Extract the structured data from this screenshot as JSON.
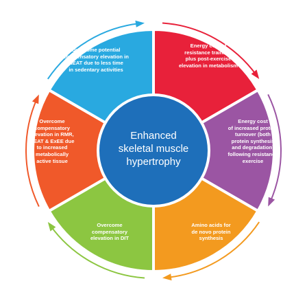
{
  "center": {
    "lines": [
      "Enhanced",
      "skeletal muscle",
      "hypertrophy"
    ],
    "color": "#1e6fba"
  },
  "segments": [
    {
      "id": "top-left",
      "color": "#29a9e0",
      "lines": [
        "Overcome potential",
        "compensatory elevation in",
        "NEAT due to less time",
        "in sedentary activities"
      ]
    },
    {
      "id": "top-right",
      "color": "#e8213a",
      "lines": [
        "Energy cost of",
        "resistance training,",
        "plus post-exercise",
        "elevation in metabolism"
      ]
    },
    {
      "id": "right",
      "color": "#9b55a3",
      "lines": [
        "Energy cost",
        "of increased protein",
        "turnover (both",
        "protein synthesis",
        "and degradation)",
        "following resistance",
        "exercise"
      ]
    },
    {
      "id": "bottom-right",
      "color": "#f39a1f",
      "lines": [
        "Amino acids for",
        "de novo protein",
        "synthesis"
      ]
    },
    {
      "id": "bottom-left",
      "color": "#8cc641",
      "lines": [
        "Overcome",
        "compensatory",
        "elevation in DIT"
      ]
    },
    {
      "id": "left",
      "color": "#f0592a",
      "lines": [
        "Overcome",
        "compensatory",
        "elevation in RMR,",
        "NEAT & ExEE due",
        "to increased",
        "metabolically",
        "active tissue"
      ]
    }
  ]
}
